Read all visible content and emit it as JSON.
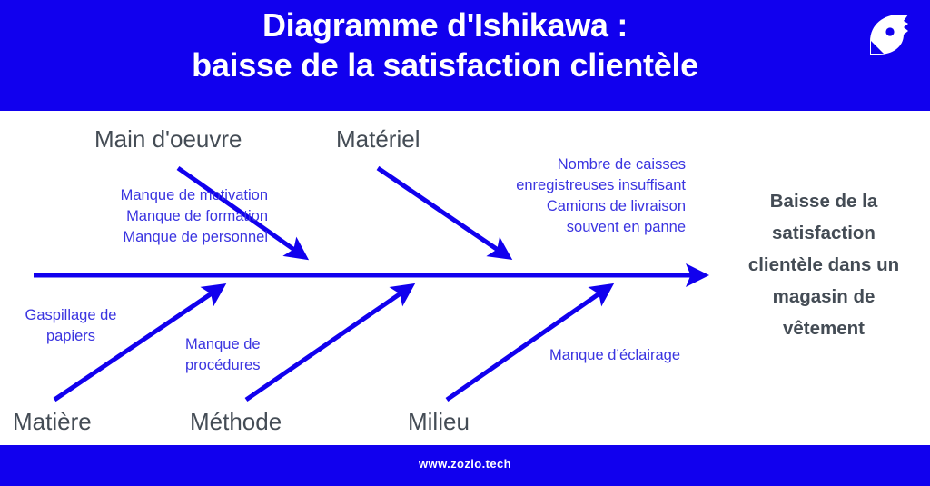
{
  "header": {
    "title_line1": "Diagramme d'Ishikawa :",
    "title_line2": "baisse de la satisfaction clientèle",
    "logo_name": "zozio-fish-logo",
    "background_color": "#1100ee",
    "text_color": "#ffffff"
  },
  "footer": {
    "url": "www.zozio.tech",
    "background_color": "#1100ee"
  },
  "diagram": {
    "type": "ishikawa-fishbone",
    "spine_color": "#1100ee",
    "branch_color": "#1100ee",
    "cause_text_color": "#3a34e0",
    "category_text_color": "#444c55",
    "effect": "Baisse de la satisfaction clientèle dans un magasin de vêtement",
    "effect_lines": [
      "Baisse de la",
      "satisfaction",
      "clientèle dans un",
      "magasin de",
      "vêtement"
    ],
    "categories": [
      {
        "label": "Main d'oeuvre",
        "position": "top",
        "causes": [
          "Manque de motivation",
          "Manque de formation",
          "Manque de personnel"
        ]
      },
      {
        "label": "Matériel",
        "position": "top",
        "causes": [
          "Nombre de caisses",
          "enregistreuses insuffisant",
          "Camions de livraison",
          "souvent en panne"
        ]
      },
      {
        "label": "Matière",
        "position": "bottom",
        "causes": [
          "Gaspillage de",
          "papiers"
        ]
      },
      {
        "label": "Méthode",
        "position": "bottom",
        "causes": [
          "Manque de",
          "procédures"
        ]
      },
      {
        "label": "Milieu",
        "position": "bottom",
        "causes": [
          "Manque d’éclairage"
        ]
      }
    ]
  }
}
